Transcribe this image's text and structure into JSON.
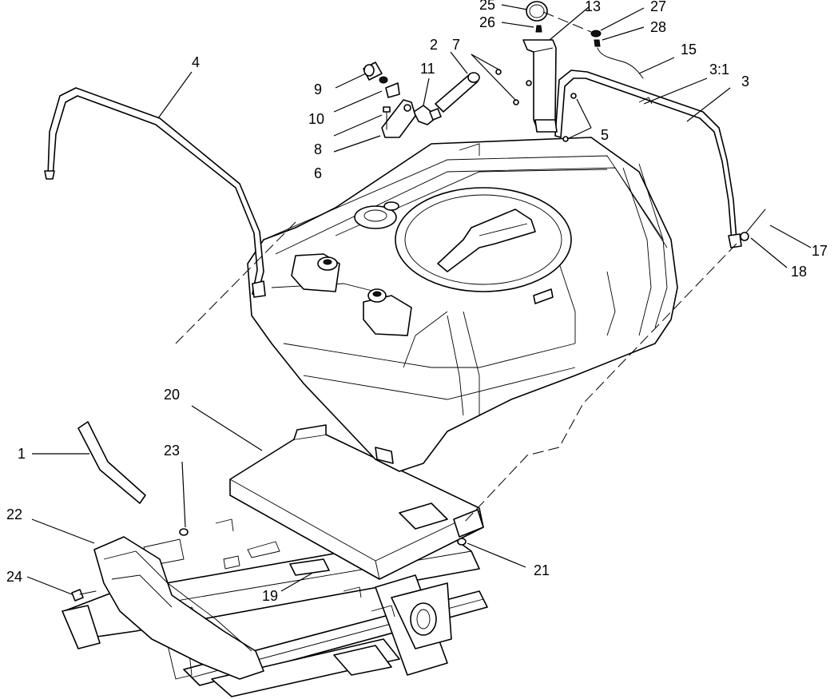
{
  "diagram": {
    "callouts": [
      {
        "id": "c1",
        "text": "1"
      },
      {
        "id": "c2",
        "text": "2"
      },
      {
        "id": "c3",
        "text": "3"
      },
      {
        "id": "c3_1",
        "text": "3:1"
      },
      {
        "id": "c4",
        "text": "4"
      },
      {
        "id": "c5",
        "text": "5"
      },
      {
        "id": "c6",
        "text": "6"
      },
      {
        "id": "c7",
        "text": "7"
      },
      {
        "id": "c8",
        "text": "8"
      },
      {
        "id": "c9",
        "text": "9"
      },
      {
        "id": "c10",
        "text": "10"
      },
      {
        "id": "c11",
        "text": "11"
      },
      {
        "id": "c13",
        "text": "13"
      },
      {
        "id": "c15",
        "text": "15"
      },
      {
        "id": "c17",
        "text": "17"
      },
      {
        "id": "c18",
        "text": "18"
      },
      {
        "id": "c19",
        "text": "19"
      },
      {
        "id": "c20",
        "text": "20"
      },
      {
        "id": "c21",
        "text": "21"
      },
      {
        "id": "c22",
        "text": "22"
      },
      {
        "id": "c23",
        "text": "23"
      },
      {
        "id": "c24",
        "text": "24"
      },
      {
        "id": "c25",
        "text": "25"
      },
      {
        "id": "c26",
        "text": "26"
      },
      {
        "id": "c27",
        "text": "27"
      },
      {
        "id": "c28",
        "text": "28"
      }
    ]
  }
}
